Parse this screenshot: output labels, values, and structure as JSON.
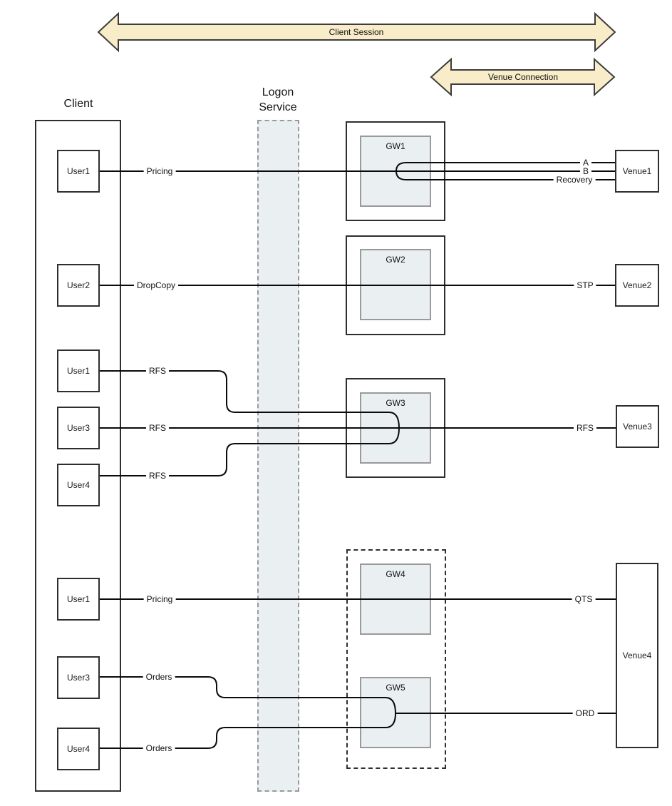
{
  "titles": {
    "client": "Client",
    "logon_line1": "Logon",
    "logon_line2": "Service"
  },
  "banners": {
    "client_session": "Client Session",
    "venue_connection": "Venue Connection"
  },
  "users": [
    {
      "label": "User1"
    },
    {
      "label": "User2"
    },
    {
      "label": "User1"
    },
    {
      "label": "User3"
    },
    {
      "label": "User4"
    },
    {
      "label": "User1"
    },
    {
      "label": "User3"
    },
    {
      "label": "User4"
    }
  ],
  "gateways": [
    {
      "label": "GW1"
    },
    {
      "label": "GW2"
    },
    {
      "label": "GW3"
    },
    {
      "label": "GW4"
    },
    {
      "label": "GW5"
    }
  ],
  "venues": [
    {
      "label": "Venue1"
    },
    {
      "label": "Venue2"
    },
    {
      "label": "Venue3"
    },
    {
      "label": "Venue4"
    }
  ],
  "line_labels": {
    "left": [
      {
        "label": "Pricing"
      },
      {
        "label": "DropCopy"
      },
      {
        "label": "RFS"
      },
      {
        "label": "RFS"
      },
      {
        "label": "RFS"
      },
      {
        "label": "Pricing"
      },
      {
        "label": "Orders"
      },
      {
        "label": "Orders"
      }
    ],
    "right": [
      {
        "label": "A"
      },
      {
        "label": "B"
      },
      {
        "label": "Recovery"
      },
      {
        "label": "STP"
      },
      {
        "label": "RFS"
      },
      {
        "label": "QTS"
      },
      {
        "label": "ORD"
      }
    ]
  },
  "colors": {
    "arrow_fill": "#F8ECC9",
    "arrow_stroke": "#3d3d3d",
    "band_fill": "#EAF0F2",
    "band_stroke": "#999999",
    "box_stroke": "#2E2E2E",
    "line": "#0A0A0A"
  }
}
